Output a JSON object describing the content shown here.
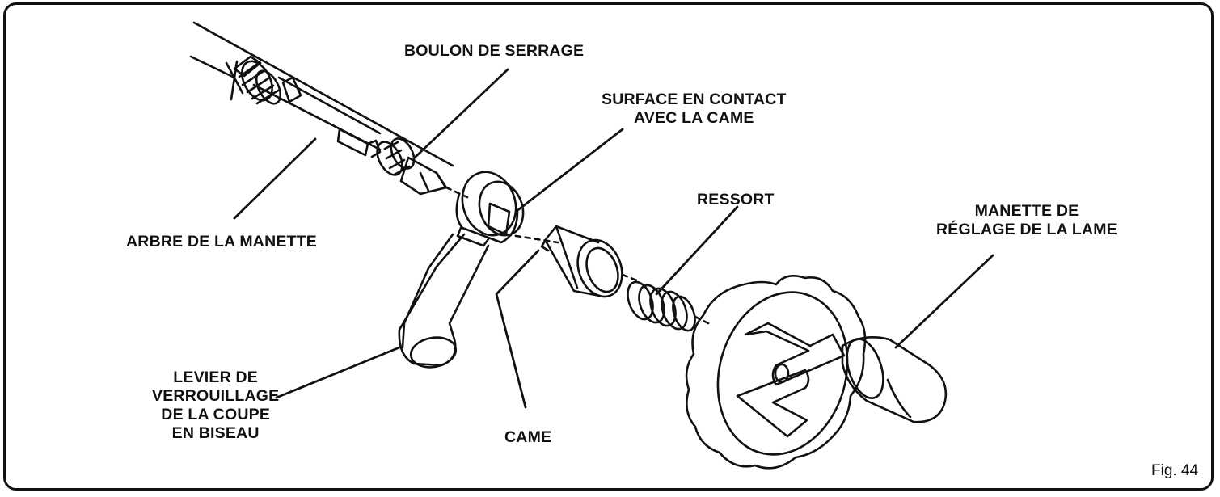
{
  "figure_label": "Fig. 44",
  "labels": {
    "clamp_bolt": "BOULON DE SERRAGE",
    "cam_contact_1": "SURFACE EN CONTACT",
    "cam_contact_2": "AVEC LA CAME",
    "spring": "RESSORT",
    "blade_handle_1": "MANETTE DE",
    "blade_handle_2": "RÉGLAGE DE LA LAME",
    "handle_shaft": "ARBRE DE LA MANETTE",
    "bevel_lock_1": "LEVIER DE",
    "bevel_lock_2": "VERROUILLAGE",
    "bevel_lock_3": "DE LA COUPE",
    "bevel_lock_4": "EN BISEAU",
    "cam": "CAME"
  },
  "colors": {
    "line": "#111111",
    "background": "#ffffff"
  }
}
